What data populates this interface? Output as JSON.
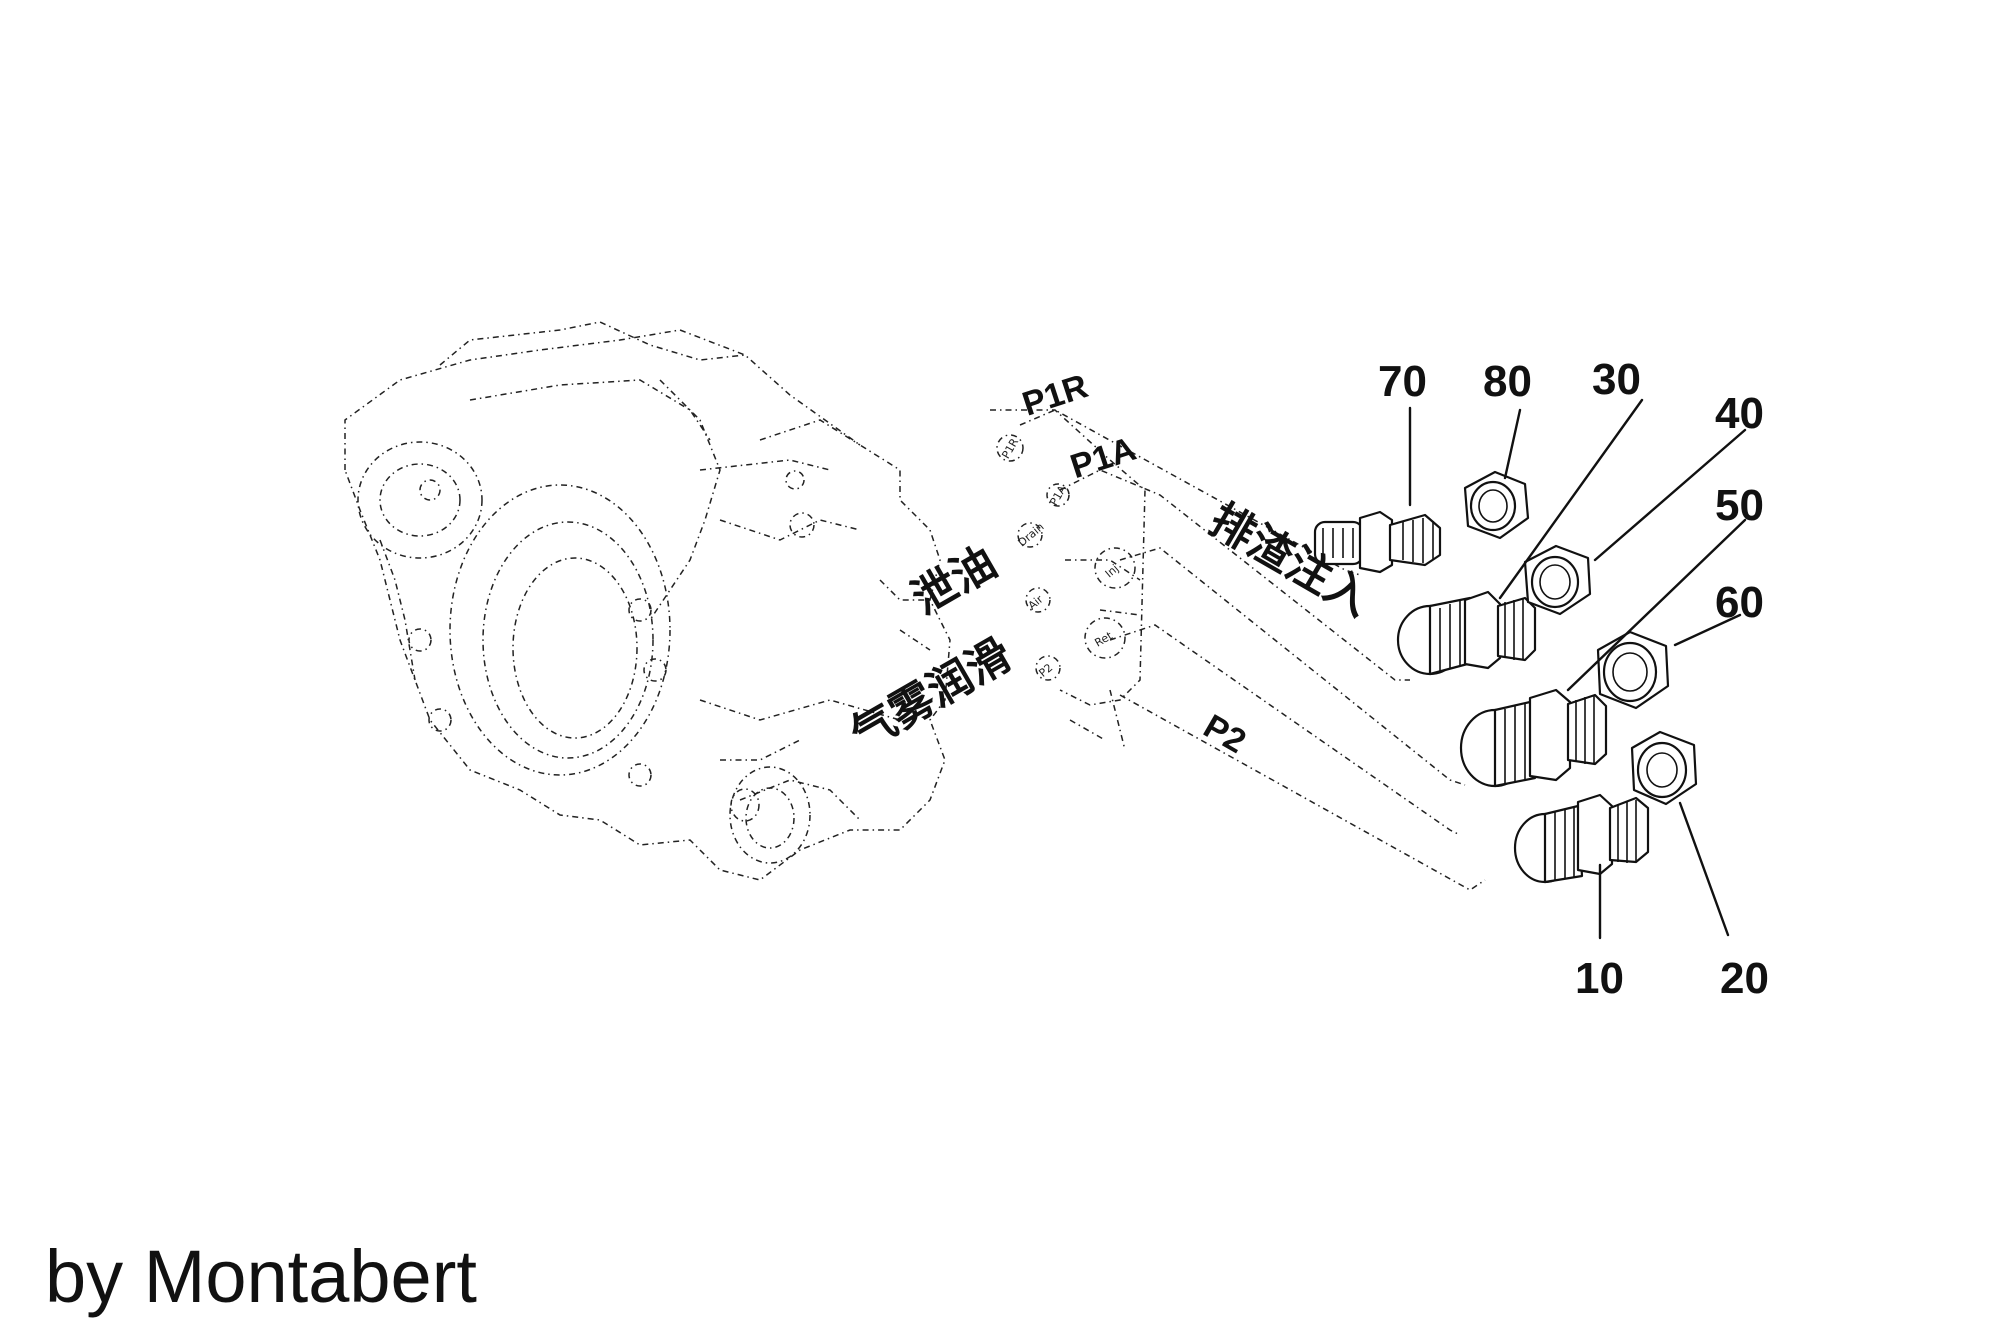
{
  "part_numbers": {
    "p70": "70",
    "p80": "80",
    "p30": "30",
    "p40": "40",
    "p50": "50",
    "p60": "60",
    "p10": "10",
    "p20": "20"
  },
  "ports": {
    "p1r": "P1R",
    "p1a": "P1A",
    "p2": "P2"
  },
  "port_stamps": {
    "p1r": "P1R",
    "p1a": "P1A",
    "drain": "Drain",
    "inj": "Inj",
    "air": "Air",
    "ret": "Ret",
    "p2": "P2"
  },
  "labels": {
    "drain": "泄油",
    "air_mist_lubrication": "气雾润滑",
    "slag_injection": "排渣注入"
  },
  "footer": {
    "credit": "by Montabert"
  }
}
